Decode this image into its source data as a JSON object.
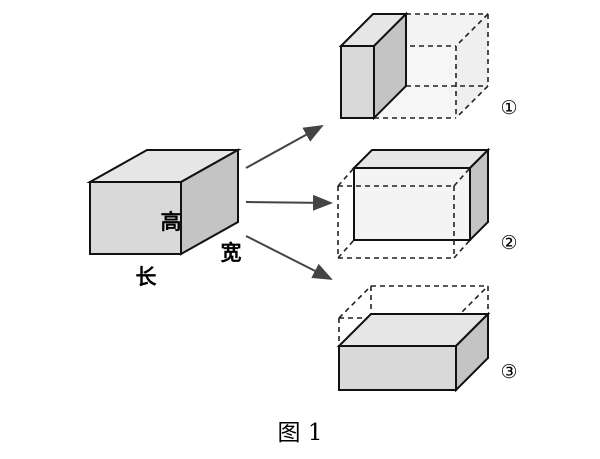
{
  "diagram": {
    "main_box": {
      "label_length": "长",
      "label_width": "宽",
      "label_height": "高"
    },
    "options": [
      {
        "marker": "①"
      },
      {
        "marker": "②"
      },
      {
        "marker": "③"
      }
    ],
    "caption": "图 1",
    "colors": {
      "face_front": "#d9d9d9",
      "face_top": "#e6e6e6",
      "face_side": "#c4c4c4",
      "ghost": "#f2f2f2",
      "stroke": "#111111",
      "arrow": "#444444"
    }
  }
}
